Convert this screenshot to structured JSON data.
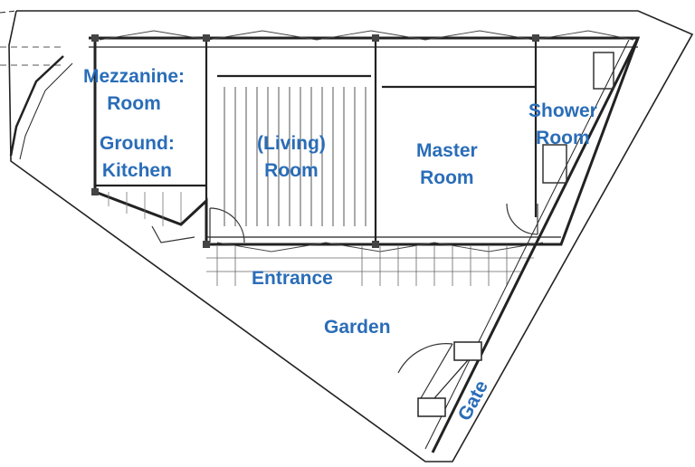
{
  "diagram": {
    "type": "architectural floor plan",
    "label_color": "#2a6db8",
    "line_color": "#222222",
    "labels": {
      "mezzanine": {
        "line1": "Mezzanine:",
        "line2": "Room"
      },
      "ground": {
        "line1": "Ground:",
        "line2": "Kitchen"
      },
      "living": {
        "line1": "(Living)",
        "line2": "Room"
      },
      "master": {
        "line1": "Master",
        "line2": "Room"
      },
      "shower": {
        "line1": "Shower",
        "line2": "Room"
      },
      "entrance": "Entrance",
      "garden": "Garden",
      "gate": "Gate"
    }
  }
}
